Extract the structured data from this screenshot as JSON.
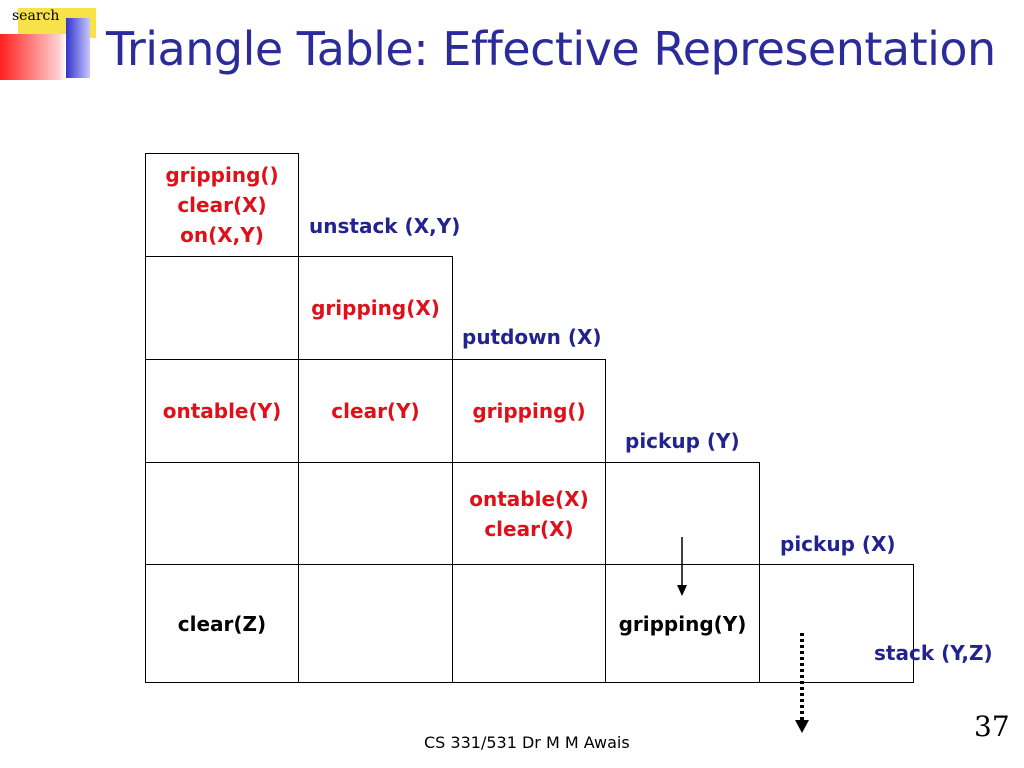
{
  "logo": {
    "text": "search"
  },
  "title": "Triangle Table: Effective Representation",
  "cells": {
    "r1c1": [
      "gripping()",
      "clear(X)",
      "on(X,Y)"
    ],
    "r2c2": [
      "gripping(X)"
    ],
    "r3c1": [
      "ontable(Y)"
    ],
    "r3c2": [
      "clear(Y)"
    ],
    "r3c3": [
      "gripping()"
    ],
    "r4c3": [
      "ontable(X)",
      "clear(X)"
    ],
    "r5c1": [
      "clear(Z)"
    ],
    "r5c4": [
      "gripping(Y)"
    ]
  },
  "actions": {
    "a1": "unstack (X,Y)",
    "a2": "putdown (X)",
    "a3": "pickup (Y)",
    "a4": "pickup (X)",
    "a5": "stack (Y,Z)"
  },
  "footer": "CS 331/531 Dr M M Awais",
  "page_number": "37",
  "colors": {
    "title": "#2b2b9a",
    "condition_red": "#e0101a",
    "action_blue": "#23238f"
  }
}
